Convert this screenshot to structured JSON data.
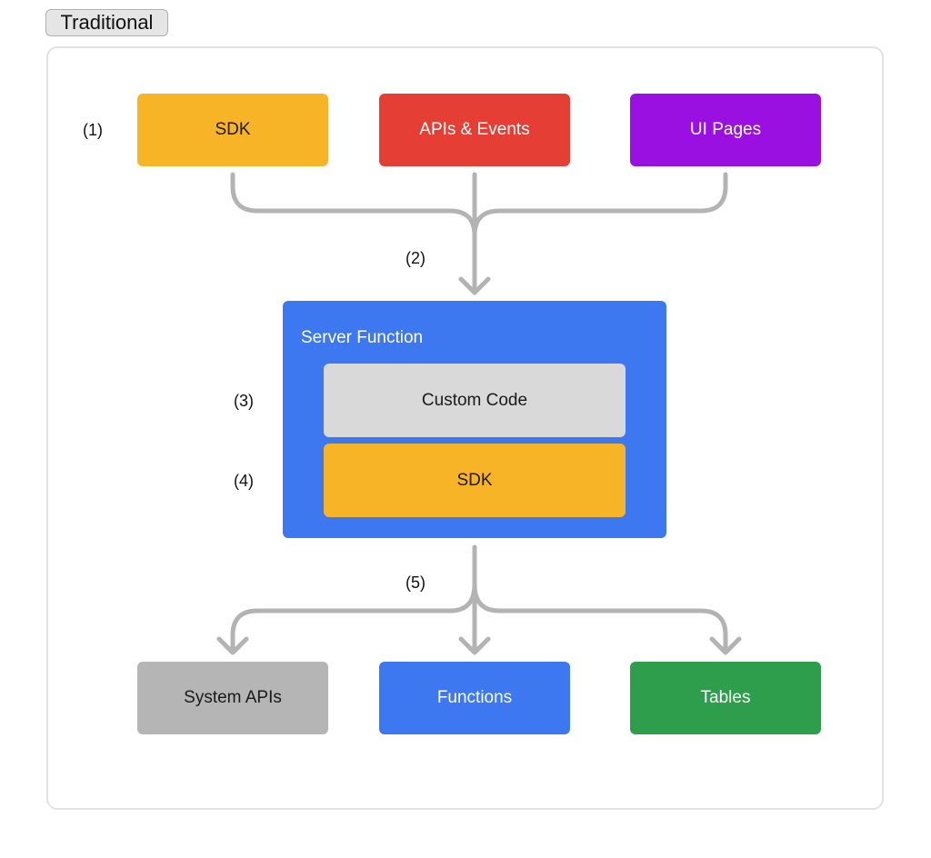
{
  "tag_label": "Traditional",
  "colors": {
    "sdk": "#f8b427",
    "apis": "#e53e35",
    "ui": "#9a10e0",
    "server": "#3d78f0",
    "custom_code": "#d9d9d9",
    "system_apis": "#b5b5b5",
    "functions": "#3d78f0",
    "tables": "#2f9e4c",
    "arrow": "#b3b3b3"
  },
  "sources": [
    {
      "label": "SDK"
    },
    {
      "label": "APIs & Events"
    },
    {
      "label": "UI Pages"
    }
  ],
  "server": {
    "title": "Server Function",
    "custom_code": "Custom Code",
    "sdk": "SDK"
  },
  "targets": [
    {
      "label": "System APIs"
    },
    {
      "label": "Functions"
    },
    {
      "label": "Tables"
    }
  ],
  "steps": {
    "s1": "(1)",
    "s2": "(2)",
    "s3": "(3)",
    "s4": "(4)",
    "s5": "(5)"
  }
}
